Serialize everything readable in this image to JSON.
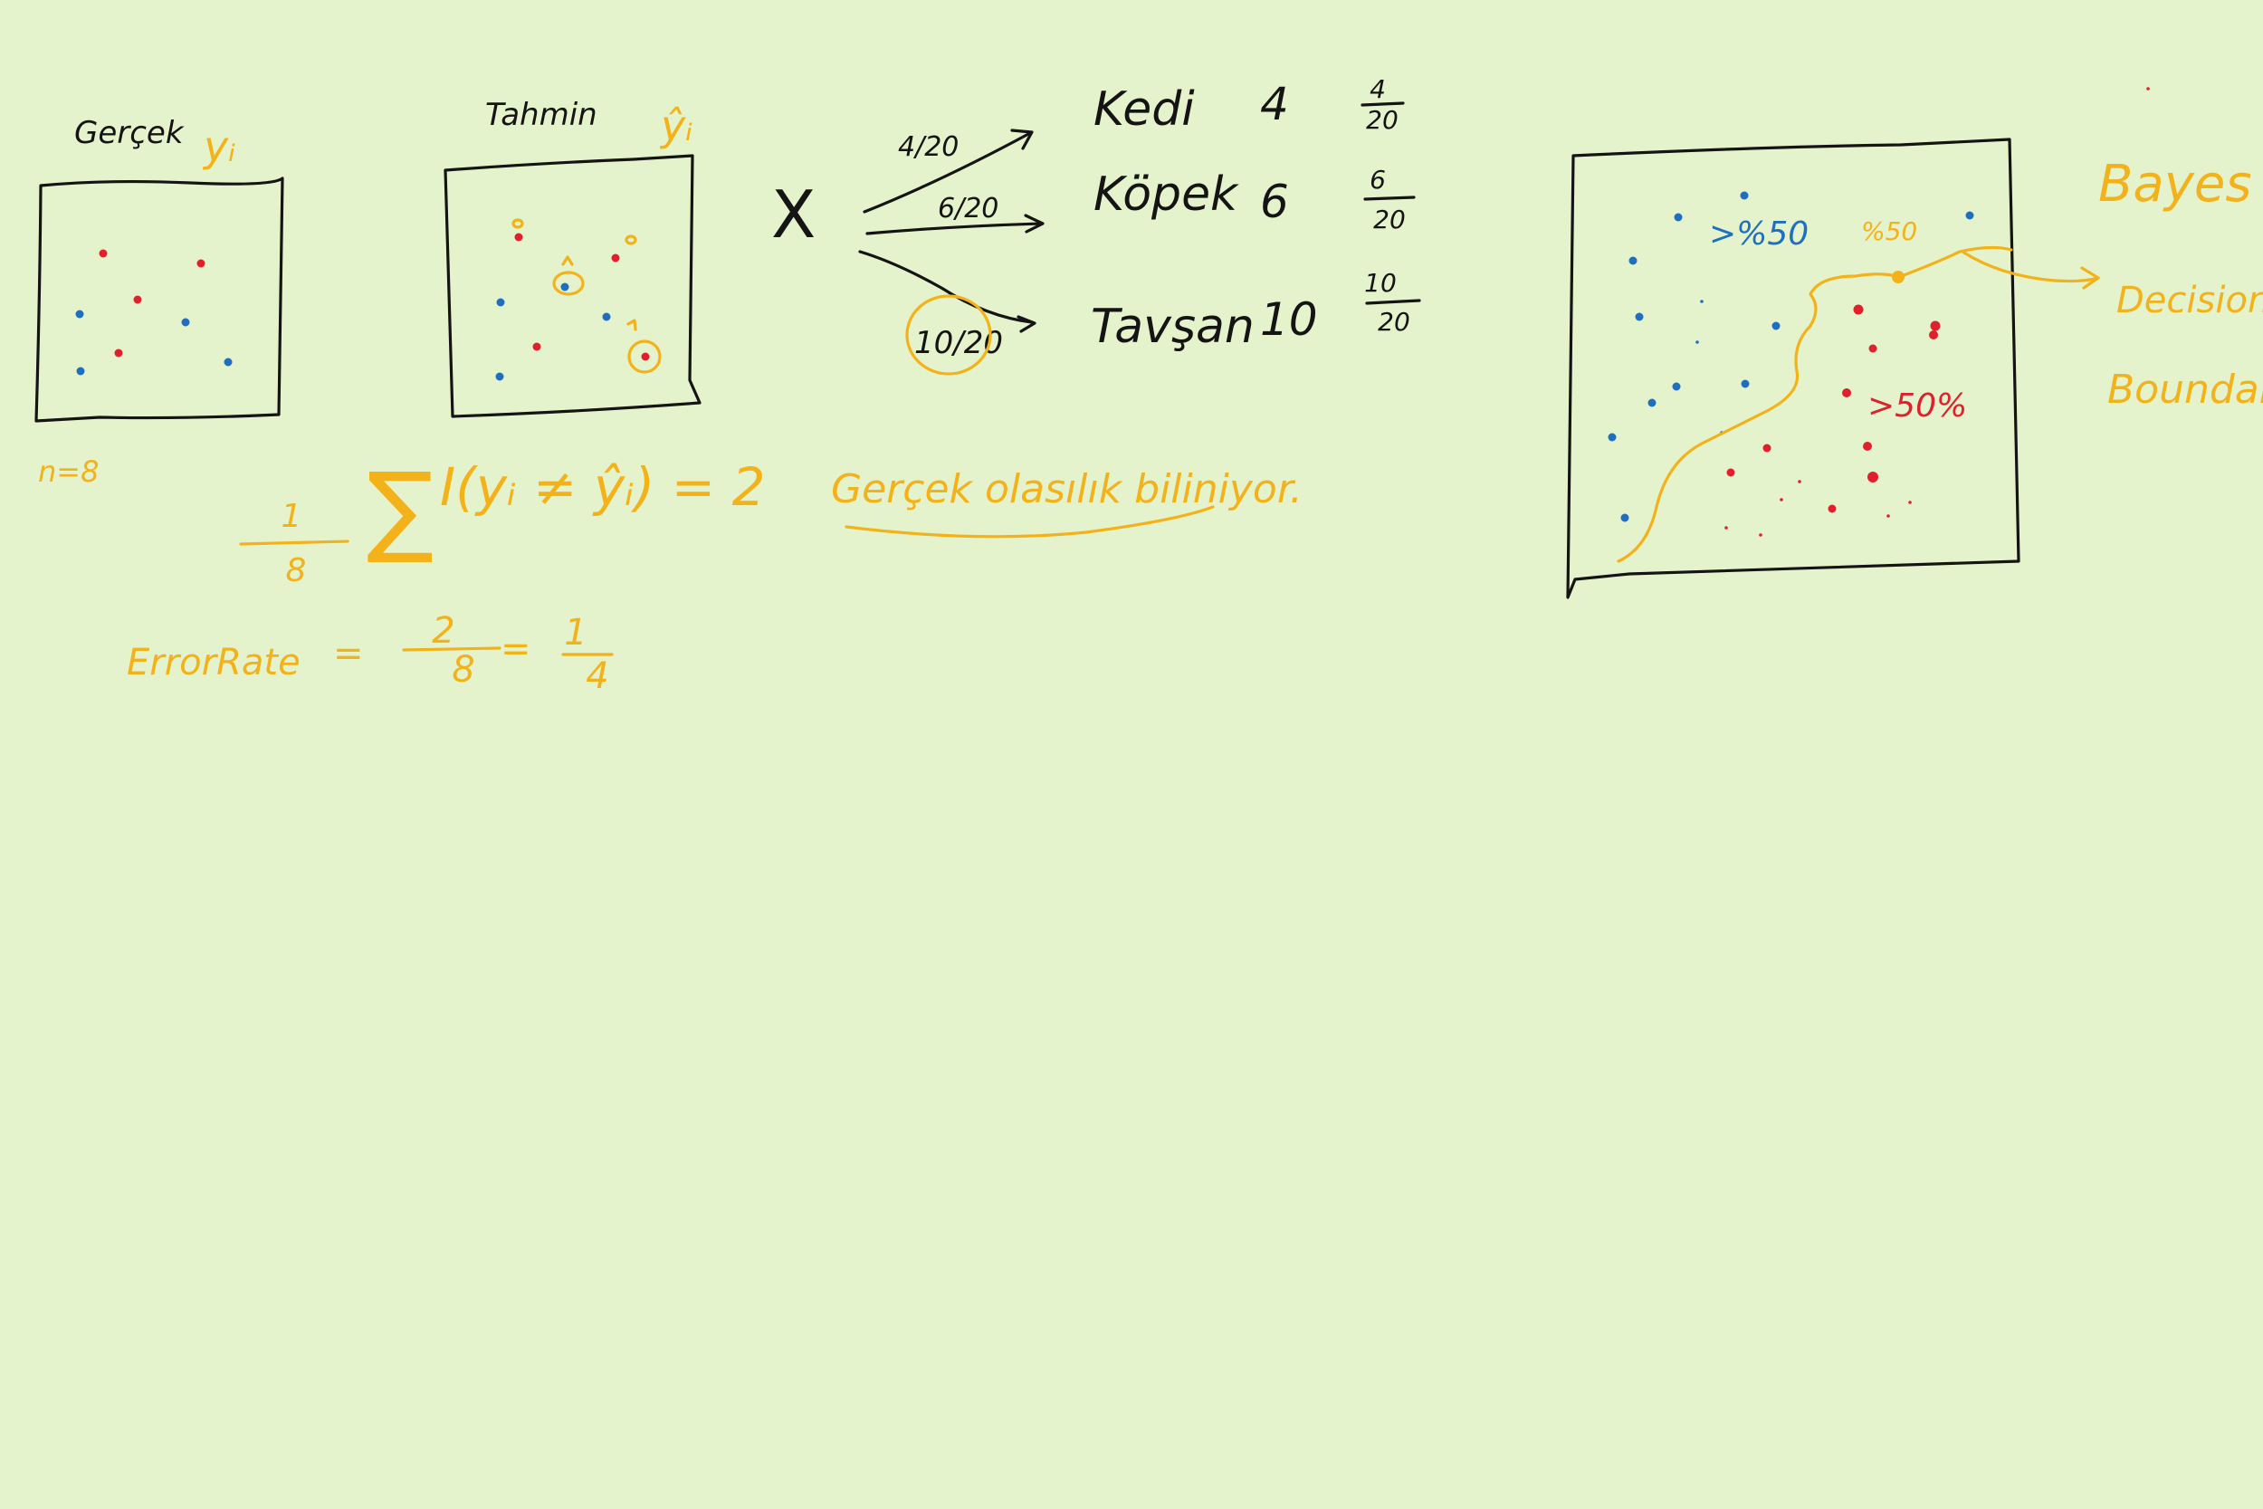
{
  "colors": {
    "background": "#e5f3cc",
    "black_ink": "#141414",
    "yellow_ink": "#f4b21a",
    "blue_ink": "#1f6fc0",
    "red_ink": "#e0202a"
  },
  "actual_box": {
    "title": "Gerçek",
    "symbol": "yᵢ",
    "n_label": "n=8"
  },
  "predicted_box": {
    "title": "Tahmin",
    "symbol": "ŷᵢ"
  },
  "formula": {
    "numerator": "1",
    "denominator": "8",
    "sigma": "∑",
    "expression": "I(yᵢ ≠ ŷᵢ) = 2"
  },
  "error_rate": {
    "label": "ErrorRate",
    "equals": "=",
    "num1": "2",
    "den1": "8",
    "equals2": "=",
    "num2": "1",
    "den2": "4"
  },
  "classes": {
    "input": "X",
    "rows": [
      {
        "arrow_label": "4/20",
        "name": "Kedi",
        "count": "4",
        "num": "4",
        "den": "20"
      },
      {
        "arrow_label": "6/20",
        "name": "Köpek",
        "count": "6",
        "num": "6",
        "den": "20"
      },
      {
        "arrow_label": "10/20",
        "name": "Tavşan",
        "count": "10",
        "num": "10",
        "den": "20"
      }
    ],
    "note": "Gerçek olasılık biliniyor."
  },
  "bayes": {
    "blue_label": ">%50",
    "red_label": ">50%",
    "boundary_label": "%50",
    "title": "Bayes",
    "decision_line1": "Decision",
    "decision_line2": "Boundary"
  }
}
